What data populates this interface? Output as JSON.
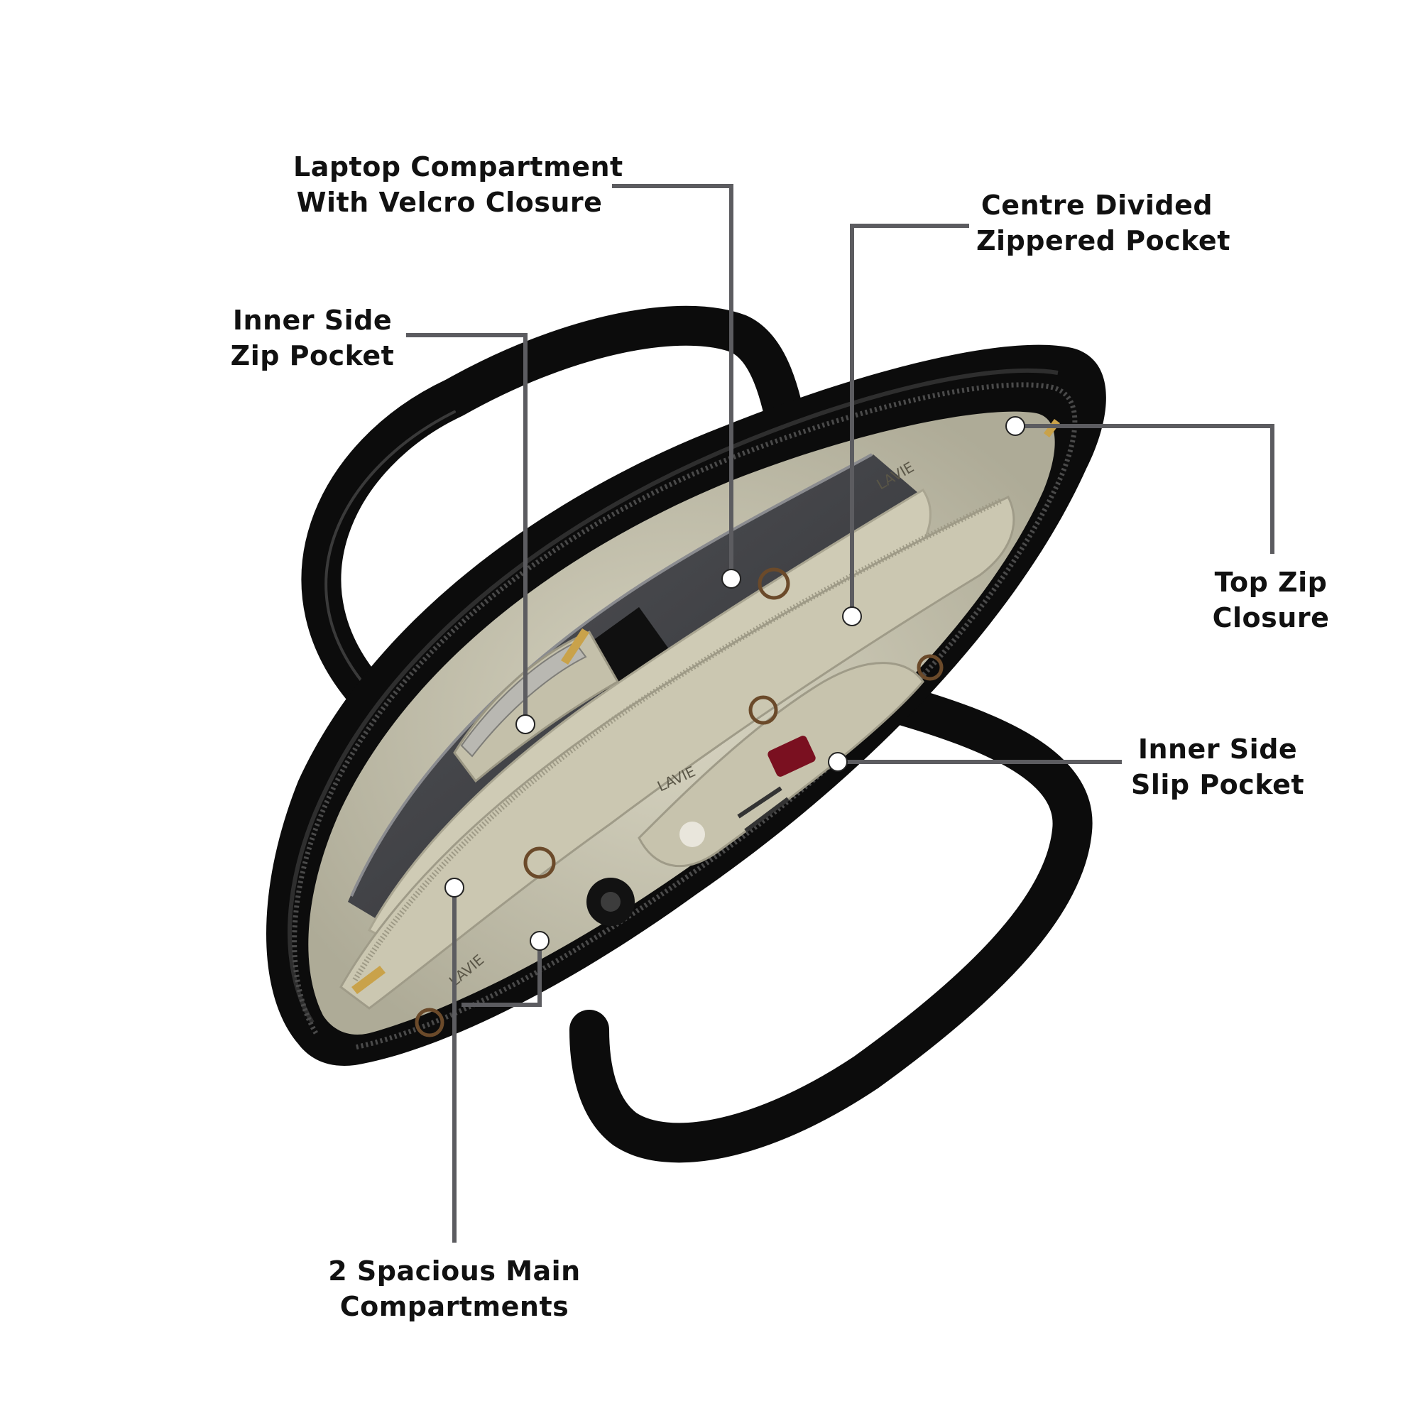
{
  "colors": {
    "background": "#ffffff",
    "leader_line": "#5c5c60",
    "marker_fill": "#ffffff",
    "bag_leather": "#0c0c0c",
    "lining": "#c9c6b3",
    "lining_shadow": "#9f9c89",
    "logo": "#6b4a2a",
    "zipper_pull": "#c9a24a",
    "label_text": "#111111"
  },
  "brand": {
    "lining_text": "LAVIE",
    "logo_name": "lavie-monogram-logo"
  },
  "callouts": [
    {
      "id": "laptop-compartment",
      "lines": [
        "Laptop Compartment",
        "With Velcro Closure"
      ]
    },
    {
      "id": "centre-divided-pocket",
      "lines": [
        "Centre Divided",
        "Zippered Pocket"
      ]
    },
    {
      "id": "inner-side-zip-pocket",
      "lines": [
        "Inner Side",
        "Zip Pocket"
      ]
    },
    {
      "id": "top-zip-closure",
      "lines": [
        "Top Zip",
        "Closure"
      ]
    },
    {
      "id": "inner-side-slip-pocket",
      "lines": [
        "Inner Side",
        "Slip Pocket"
      ]
    },
    {
      "id": "main-compartments",
      "lines": [
        "2 Spacious Main",
        "Compartments"
      ]
    }
  ]
}
